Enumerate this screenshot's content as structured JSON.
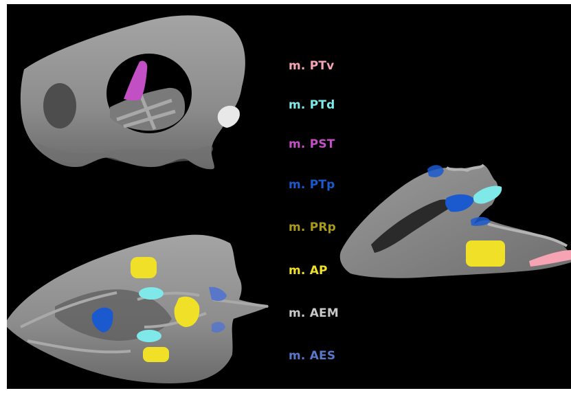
{
  "legend": [
    {
      "label": "m. PTv",
      "color": "#f6a3b4"
    },
    {
      "label": "m. PTd",
      "color": "#7fe9ea"
    },
    {
      "label": "m. PST",
      "color": "#c24fc3"
    },
    {
      "label": "m. PTp",
      "color": "#1b59cf"
    },
    {
      "label": "m. PRp",
      "color": "#a99a1c"
    },
    {
      "label": "m. AP",
      "color": "#f0e027"
    },
    {
      "label": "m. AEM",
      "color": "#c8c8c8"
    },
    {
      "label": "m. AES",
      "color": "#5877c8"
    }
  ],
  "colors": {
    "background": "#000000",
    "bone": "#8f8f8f",
    "bone_shadow": "#5e5e5e",
    "bone_highlight": "#b6b6b6"
  }
}
